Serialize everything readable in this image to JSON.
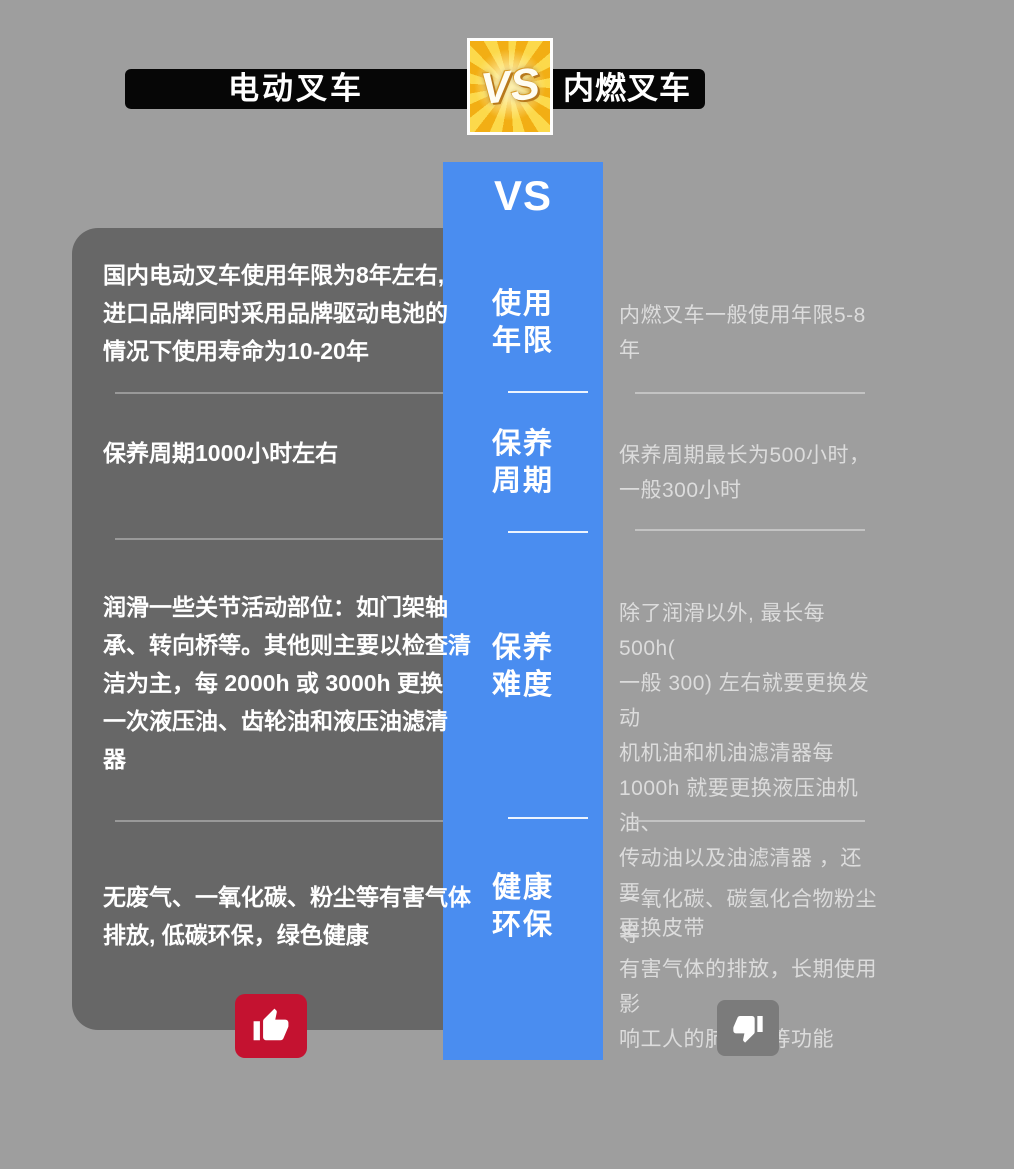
{
  "title": {
    "left": "电动叉车",
    "right": "内燃叉车"
  },
  "badge": {
    "label": "VS"
  },
  "column": {
    "header": "VS"
  },
  "rows": [
    {
      "category": "使用\n年限",
      "left": "国内电动叉车使用年限为8年左右,\n进口品牌同时采用品牌驱动电池的\n情况下使用寿命为10-20年",
      "right": "内燃叉车一般使用年限5-8年"
    },
    {
      "category": "保养\n周期",
      "left": "保养周期1000小时左右",
      "right": "保养周期最长为500小时，\n一般300小时"
    },
    {
      "category": "保养\n难度",
      "left": "润滑一些关节活动部位：如门架轴\n承、转向桥等。其他则主要以检查清\n洁为主，每 2000h 或 3000h 更换\n一次液压油、齿轮油和液压油滤清\n器",
      "right": "除了润滑以外, 最长每 500h(\n一般 300) 左右就要更换发动\n机机油和机油滤清器每\n1000h 就要更换液压油机油、\n传动油以及油滤清器 ，还要\n更换皮带"
    },
    {
      "category": "健康\n环保",
      "left": "无废气、一氧化碳、粉尘等有害气体\n排放, 低碳环保，绿色健康",
      "right": "一氧化碳、碳氢化合物粉尘等\n有害气体的排放，长期使用影\n响工人的肺、肾等功能"
    }
  ],
  "icons": {
    "positive": "thumbs-up-icon",
    "negative": "thumbs-down-icon"
  },
  "colors": {
    "background": "#9e9e9e",
    "left_panel": "#676767",
    "center_column": "#4a8df0",
    "title_bar": "#060606",
    "badge_gold": "#f2ae14",
    "positive": "#c41230",
    "negative": "#7b7b7b"
  }
}
